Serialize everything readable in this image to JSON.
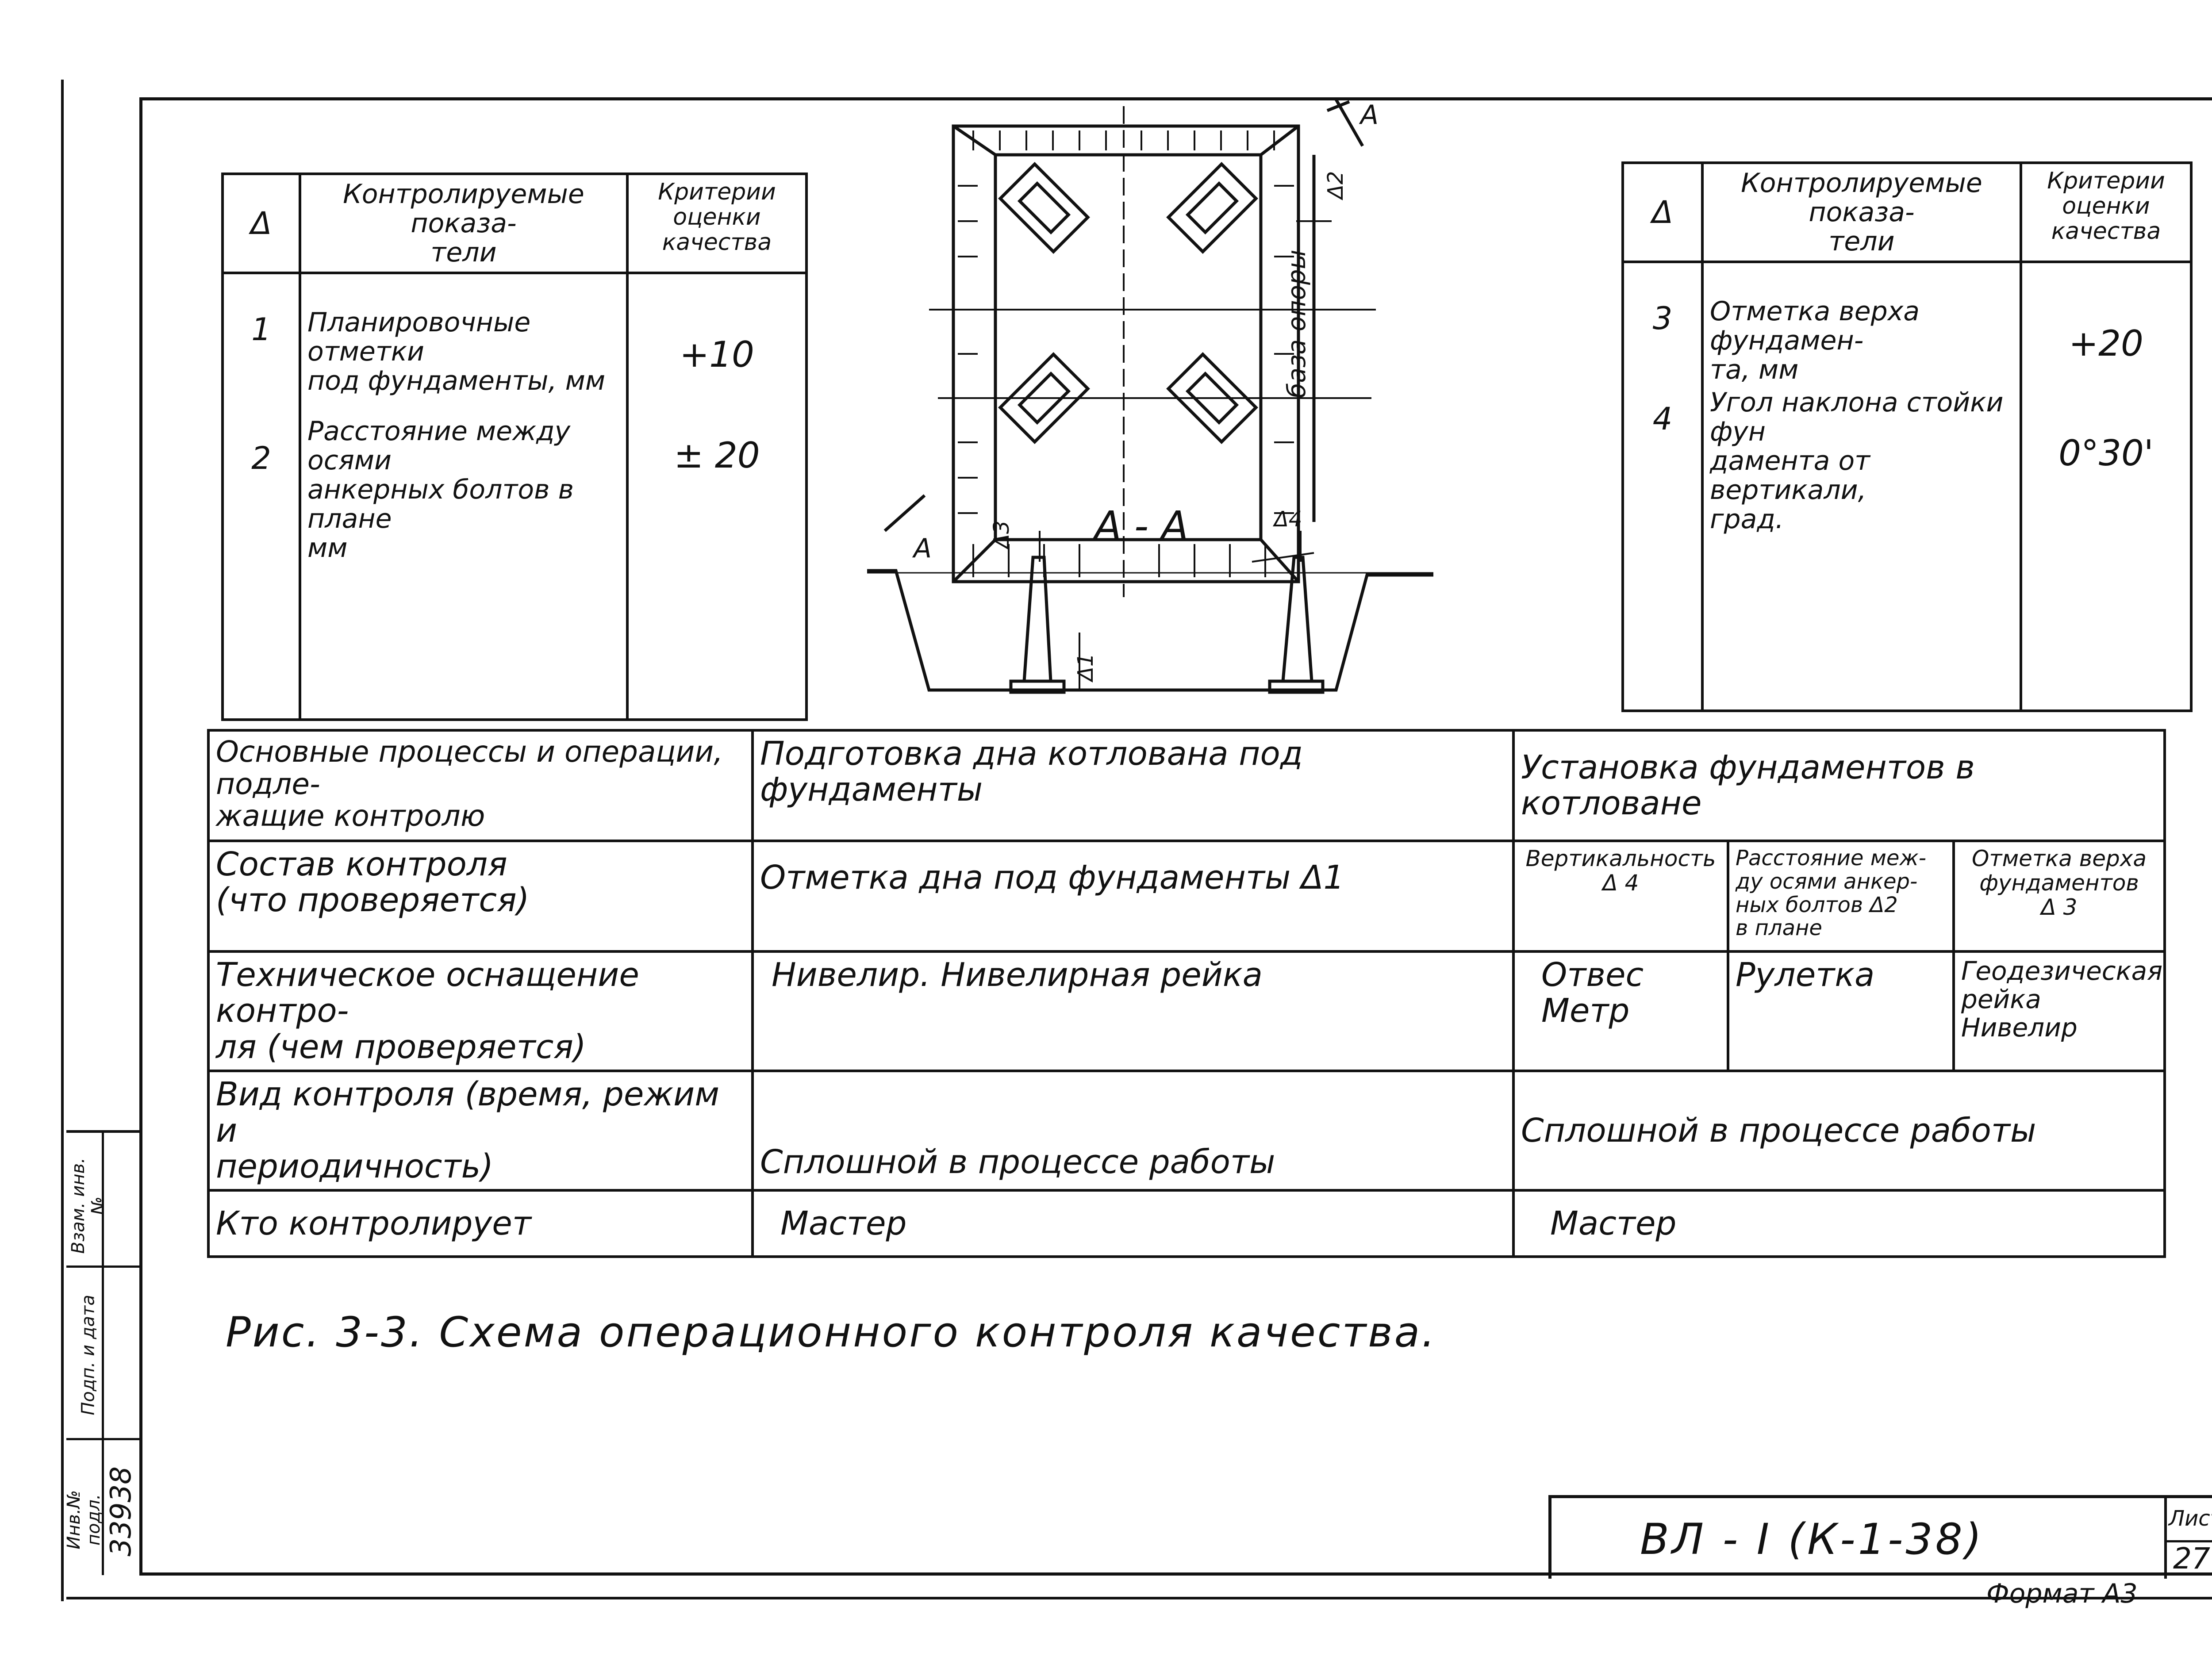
{
  "left_table": {
    "headers": [
      "Δ",
      "Контролируемые показа-\nтели",
      "Критерии\nоценки\nкачества"
    ],
    "rows": [
      {
        "id": "1",
        "text": "Планировочные отметки\nпод фундаменты, мм",
        "value": "+10"
      },
      {
        "id": "2",
        "text": "Расстояние между осями\nанкерных болтов в плане\nмм",
        "value": "± 20"
      }
    ]
  },
  "right_table": {
    "headers": [
      "Δ",
      "Контролируемые показа-\nтели",
      "Критерии\nоценки\nкачества"
    ],
    "rows": [
      {
        "id": "3",
        "text": "Отметка верха фундамен-\nта, мм",
        "value": "+20"
      },
      {
        "id": "4",
        "text": "Угол наклона стойки фун\nдамента от вертикали,\nград.",
        "value": "0°30'"
      }
    ]
  },
  "drawing": {
    "section_label": "А - А",
    "cut_letter": "А",
    "base_label": "база опоры",
    "delta_labels": [
      "Δ1",
      "Δ2",
      "Δ3",
      "Δ4"
    ]
  },
  "main_table": {
    "rows": [
      {
        "label": "Основные процессы и операции, подле-\nжащие контролю",
        "col1": "Подготовка дна котлована под фундаменты",
        "col2": "Установка фундаментов в котловане"
      },
      {
        "label": "Состав контроля\n(что проверяется)",
        "col1": "Отметка дна под фундаменты Δ1",
        "sub": [
          "Вертикальность\nΔ 4",
          "Расстояние меж-\nду осями анкер-\nных болтов Δ2\nв плане",
          "Отметка верха\nфундаментов\nΔ 3"
        ]
      },
      {
        "label": "Техническое оснащение контро-\nля (чем проверяется)",
        "col1": "Нивелир. Нивелирная рейка",
        "sub": [
          "Отвес\nМетр",
          "Рулетка",
          "Геодезическая\nрейка\nНивелир"
        ]
      },
      {
        "label": "Вид контроля (время, режим и\nпериодичность)",
        "col1": "Сплошной в процессе работы",
        "col2": "Сплошной в процессе работы"
      },
      {
        "label": "Кто контролирует",
        "col1": "Мастер",
        "col2": "Мастер"
      }
    ]
  },
  "caption": "Рис. 3-3. Схема операционного контроля качества.",
  "stamp": {
    "code": "ВЛ - I (К-1-38)",
    "sheet_label": "Лист",
    "sheet_number": "27",
    "format": "Формат А3"
  },
  "side_stamp": {
    "inv_label": "Инв.№ подл.",
    "inv_number": "33938",
    "sign_label": "Подп. и дата",
    "replace_label": "Взам. инв. №"
  }
}
